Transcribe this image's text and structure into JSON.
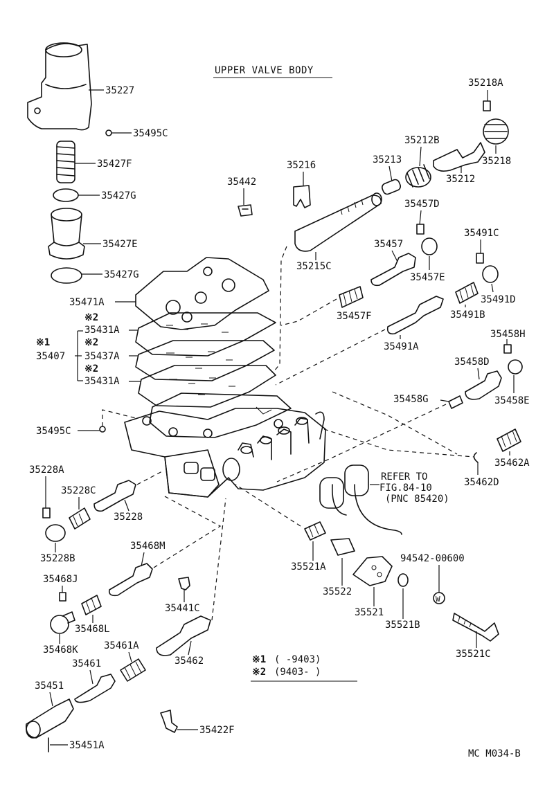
{
  "title": "UPPER VALVE BODY",
  "footer": "MC M034-B",
  "notes": {
    "row1_mark": "※1",
    "row1_text": "(      -9403)",
    "row2_mark": "※2",
    "row2_text": "(9403-      )"
  },
  "refer": {
    "line1": "REFER TO",
    "line2": "FIG.84-10",
    "line3": "(PNC 85420)"
  },
  "group": {
    "mark": "※1",
    "number": "35407",
    "sub_mark": "※2"
  },
  "labels": {
    "p35227": "35227",
    "p35495C_top": "35495C",
    "p35427F": "35427F",
    "p35427G_1": "35427G",
    "p35427E": "35427E",
    "p35427G_2": "35427G",
    "p35471A": "35471A",
    "p35431A_1": "35431A",
    "p35437A": "35437A",
    "p35431A_2": "35431A",
    "p35495C_mid": "35495C",
    "p35442": "35442",
    "p35216": "35216",
    "p35215C": "35215C",
    "p35213": "35213",
    "p35212B": "35212B",
    "p35212": "35212",
    "p35218A": "35218A",
    "p35218": "35218",
    "p35457D": "35457D",
    "p35457": "35457",
    "p35457E": "35457E",
    "p35457F": "35457F",
    "p35491C": "35491C",
    "p35491D": "35491D",
    "p35491B": "35491B",
    "p35491A": "35491A",
    "p35458H": "35458H",
    "p35458D": "35458D",
    "p35458G": "35458G",
    "p35458E": "35458E",
    "p35462A": "35462A",
    "p35462D": "35462D",
    "p35228A": "35228A",
    "p35228C": "35228C",
    "p35228": "35228",
    "p35228B": "35228B",
    "p35468M": "35468M",
    "p35468J": "35468J",
    "p35468L": "35468L",
    "p35468K": "35468K",
    "p35441C": "35441C",
    "p35461A": "35461A",
    "p35461": "35461",
    "p35462": "35462",
    "p35451": "35451",
    "p35451A": "35451A",
    "p35422F": "35422F",
    "p35521A": "35521A",
    "p35522": "35522",
    "p35521": "35521",
    "p35521B": "35521B",
    "p35521C": "35521C",
    "p94542": "94542-00600",
    "washer_mark": "W"
  }
}
